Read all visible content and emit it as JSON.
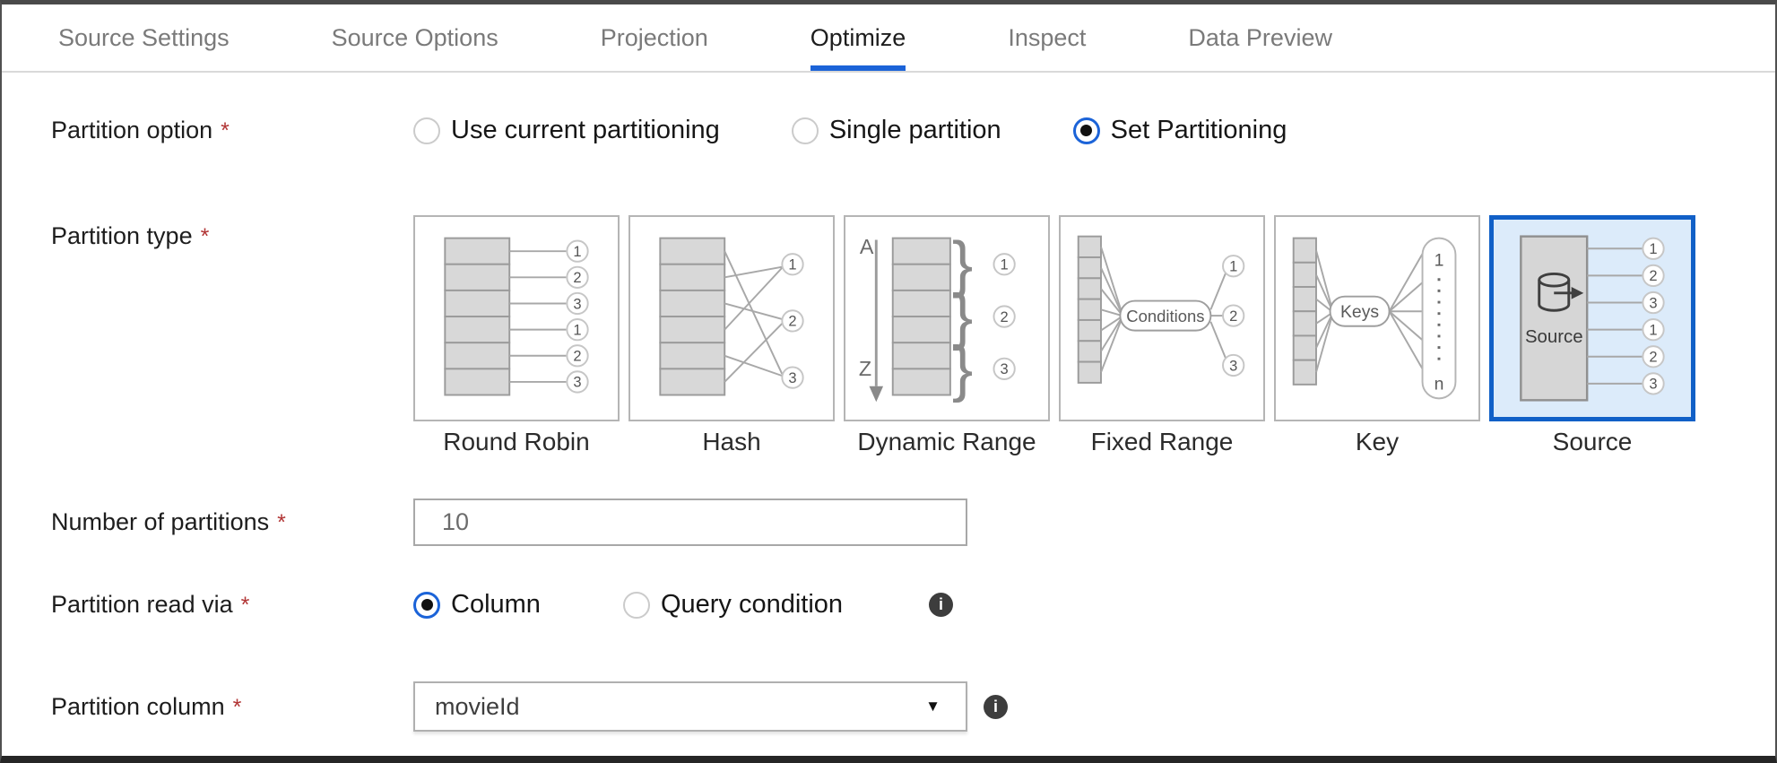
{
  "tabs": {
    "items": [
      {
        "label": "Source Settings"
      },
      {
        "label": "Source Options"
      },
      {
        "label": "Projection"
      },
      {
        "label": "Optimize"
      },
      {
        "label": "Inspect"
      },
      {
        "label": "Data Preview"
      }
    ],
    "active": "Optimize"
  },
  "colors": {
    "accent_blue": "#1b63d8",
    "selected_card_border": "#1160c7",
    "selected_card_bg": "#dcebfa",
    "required_red": "#b13434",
    "info_icon_bg": "#3d3d3d"
  },
  "icons": {
    "info": "i",
    "caret": "▼"
  },
  "form": {
    "required_marker": "*",
    "partition_option": {
      "label": "Partition option",
      "options": [
        "Use current partitioning",
        "Single partition",
        "Set Partitioning"
      ],
      "selected": "Set Partitioning"
    },
    "partition_type": {
      "label": "Partition type",
      "selected": "Source",
      "cards": {
        "round_robin": {
          "label": "Round Robin",
          "outputs": [
            "1",
            "2",
            "3",
            "1",
            "2",
            "3"
          ]
        },
        "hash": {
          "label": "Hash",
          "outputs": [
            "1",
            "2",
            "3"
          ]
        },
        "dynamic_range": {
          "label": "Dynamic Range",
          "outputs": [
            "1",
            "2",
            "3"
          ],
          "sort_top": "A",
          "sort_bottom": "Z"
        },
        "fixed_range": {
          "label": "Fixed Range",
          "outputs": [
            "1",
            "2",
            "3"
          ],
          "pill": "Conditions"
        },
        "key": {
          "label": "Key",
          "pill": "Keys",
          "range_top": "1",
          "range_bottom": "n"
        },
        "source": {
          "label": "Source",
          "box_label": "Source",
          "outputs": [
            "1",
            "2",
            "3",
            "1",
            "2",
            "3"
          ]
        }
      }
    },
    "number_of_partitions": {
      "label": "Number of partitions",
      "value": "10"
    },
    "partition_read_via": {
      "label": "Partition read via",
      "options": [
        "Column",
        "Query condition"
      ],
      "selected": "Column"
    },
    "partition_column": {
      "label": "Partition column",
      "value": "movieId"
    }
  }
}
